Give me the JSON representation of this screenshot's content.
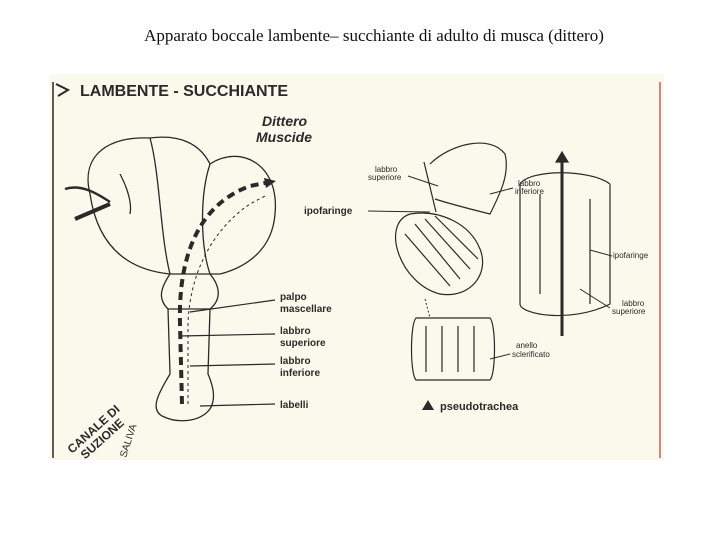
{
  "title": "Apparato boccale lambente– succhiante di adulto di musca (dittero)",
  "figure": {
    "heading": "LAMBENTE - SUCCHIANTE",
    "subtitle_line1": "Dittero",
    "subtitle_line2": "Muscide",
    "labels_left": {
      "palpo": "palpo",
      "mascellare": "mascellare",
      "labbro_sup_1": "labbro",
      "labbro_sup_2": "superiore",
      "labbro_inf_1": "labbro",
      "labbro_inf_2": "inferiore",
      "labelli": "labelli",
      "canale_1": "CANALE DI",
      "canale_2": "SUZIONE",
      "saliva": "SALIVA"
    },
    "labels_right": {
      "labbro_sup_1": "labbro",
      "labbro_sup_2": "superiore",
      "ipofaringe": "ipofaringe",
      "labbro_inf_1": "labbro",
      "labbro_inf_2": "inferiore",
      "anello_1": "anello",
      "anello_2": "sclerificato",
      "pseudotrachea": "pseudotrachea",
      "ipofaringe_r": "ipofaringe",
      "labbro_sup_r1": "labbro",
      "labbro_sup_r2": "superiore"
    }
  }
}
